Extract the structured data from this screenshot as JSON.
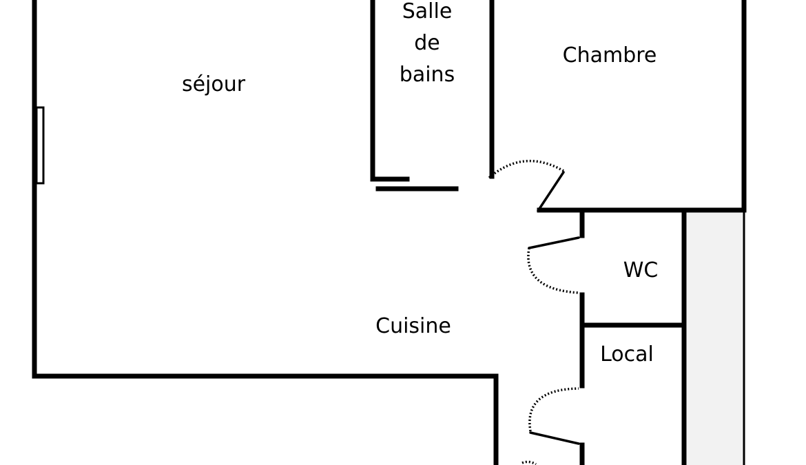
{
  "rooms": {
    "sejour": "séjour",
    "salle_de_bains": [
      "Salle",
      "de",
      "bains"
    ],
    "chambre": "Chambre",
    "wc": "WC",
    "cuisine": "Cuisine",
    "local": "Local"
  },
  "colors": {
    "wall": "#000000",
    "background": "#ffffff",
    "shaft": "#f2f2f2"
  }
}
